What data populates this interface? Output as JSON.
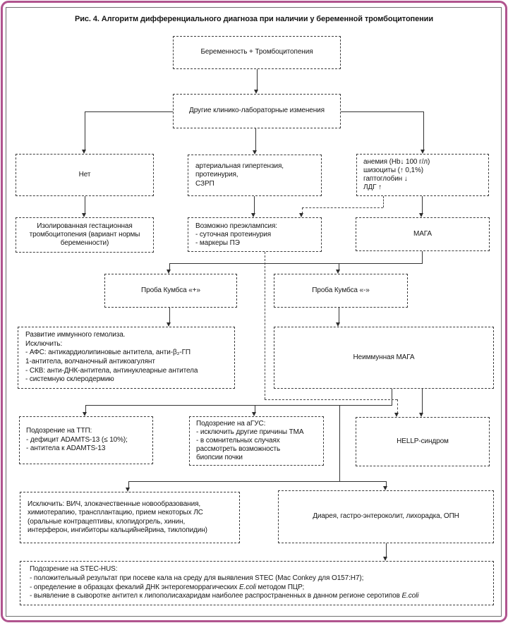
{
  "figure": {
    "title": "Рис. 4. Алгоритм дифференциального диагноза при наличии у беременной тромбоцитопении"
  },
  "nodes": {
    "start": "Беременность + Тромбоцитопения",
    "other_changes": "Другие клинико-лабораторные изменения",
    "none": "Нет",
    "hypertension": "артериальная гипертензия,\nпротеинурия,\nСЗРП",
    "anemia": "анемия (Hb↓ 100 г/л)\nшизоциты (↑ 0,1%)\nгаптоглобин ↓\nЛДГ ↑",
    "gestational": "Изолированная гестационная тромбоцитопения (вариант нормы беременности)",
    "preeclampsia": "Возможно преэклампсия:\n- суточная протеинурия\n- маркеры ПЭ",
    "maha": "МАГА",
    "coombs_pos": "Проба Кумбса «+»",
    "coombs_neg": "Проба Кумбса «-»",
    "immune_hemolysis": "Развитие иммунного гемолиза.\nИсключить:\n- АФС: антикардиолипиновые антитела, анти-β₂-ГП\n1-антитела, волчаночный антикоагулянт\n- СКВ: анти-ДНК-антитела, антинуклеарные антитела\n- системную склеродермию",
    "nonimmune_maha": "Неиммунная МАГА",
    "ttp": "Подозрение на ТТП:\n- дефицит ADAMTS-13 (≤ 10%);\n- антитела к ADAMTS-13",
    "ahus": "Подозрение на аГУС:\n- исключить другие причины ТМА\n- в сомнительных случаях\nрассмотреть возможность\nбиопсии почки",
    "hellp": "HELLP-синдром",
    "exclude_hiv": "Исключить: ВИЧ, злокачественные новообразования,\nхимиотерапию, трансплантацию, прием некоторых ЛС\n(оральные контрацептивы, клопидогрель, хинин,\nинтерферон, ингибиторы кальцийнейрина, тиклопидин)",
    "diarrhea": "Диарея, гастро-энтероколит, лихорадка, ОПН",
    "stec": {
      "title": "Подозрение на STEC-HUS:",
      "line1": "- положительный результат при посеве кала на среду для выявления STEC (Mac Conkey для O157:H7);",
      "line2_pre": "- определение в образцах фекалий ДНК энтерогеморрагических ",
      "line2_italic": "E.coli",
      "line2_post": " методом ПЦР;",
      "line3_pre": "- выявление в сыворотке антител к липополисахаридам наиболее распространенных в данном регионе серотипов ",
      "line3_italic": "E.coli"
    }
  },
  "colors": {
    "frame_accent": "#b0548e",
    "inner_border": "#6f6f6f",
    "connector": "#333333",
    "box_border": "#3c3c3c",
    "text": "#161616"
  }
}
